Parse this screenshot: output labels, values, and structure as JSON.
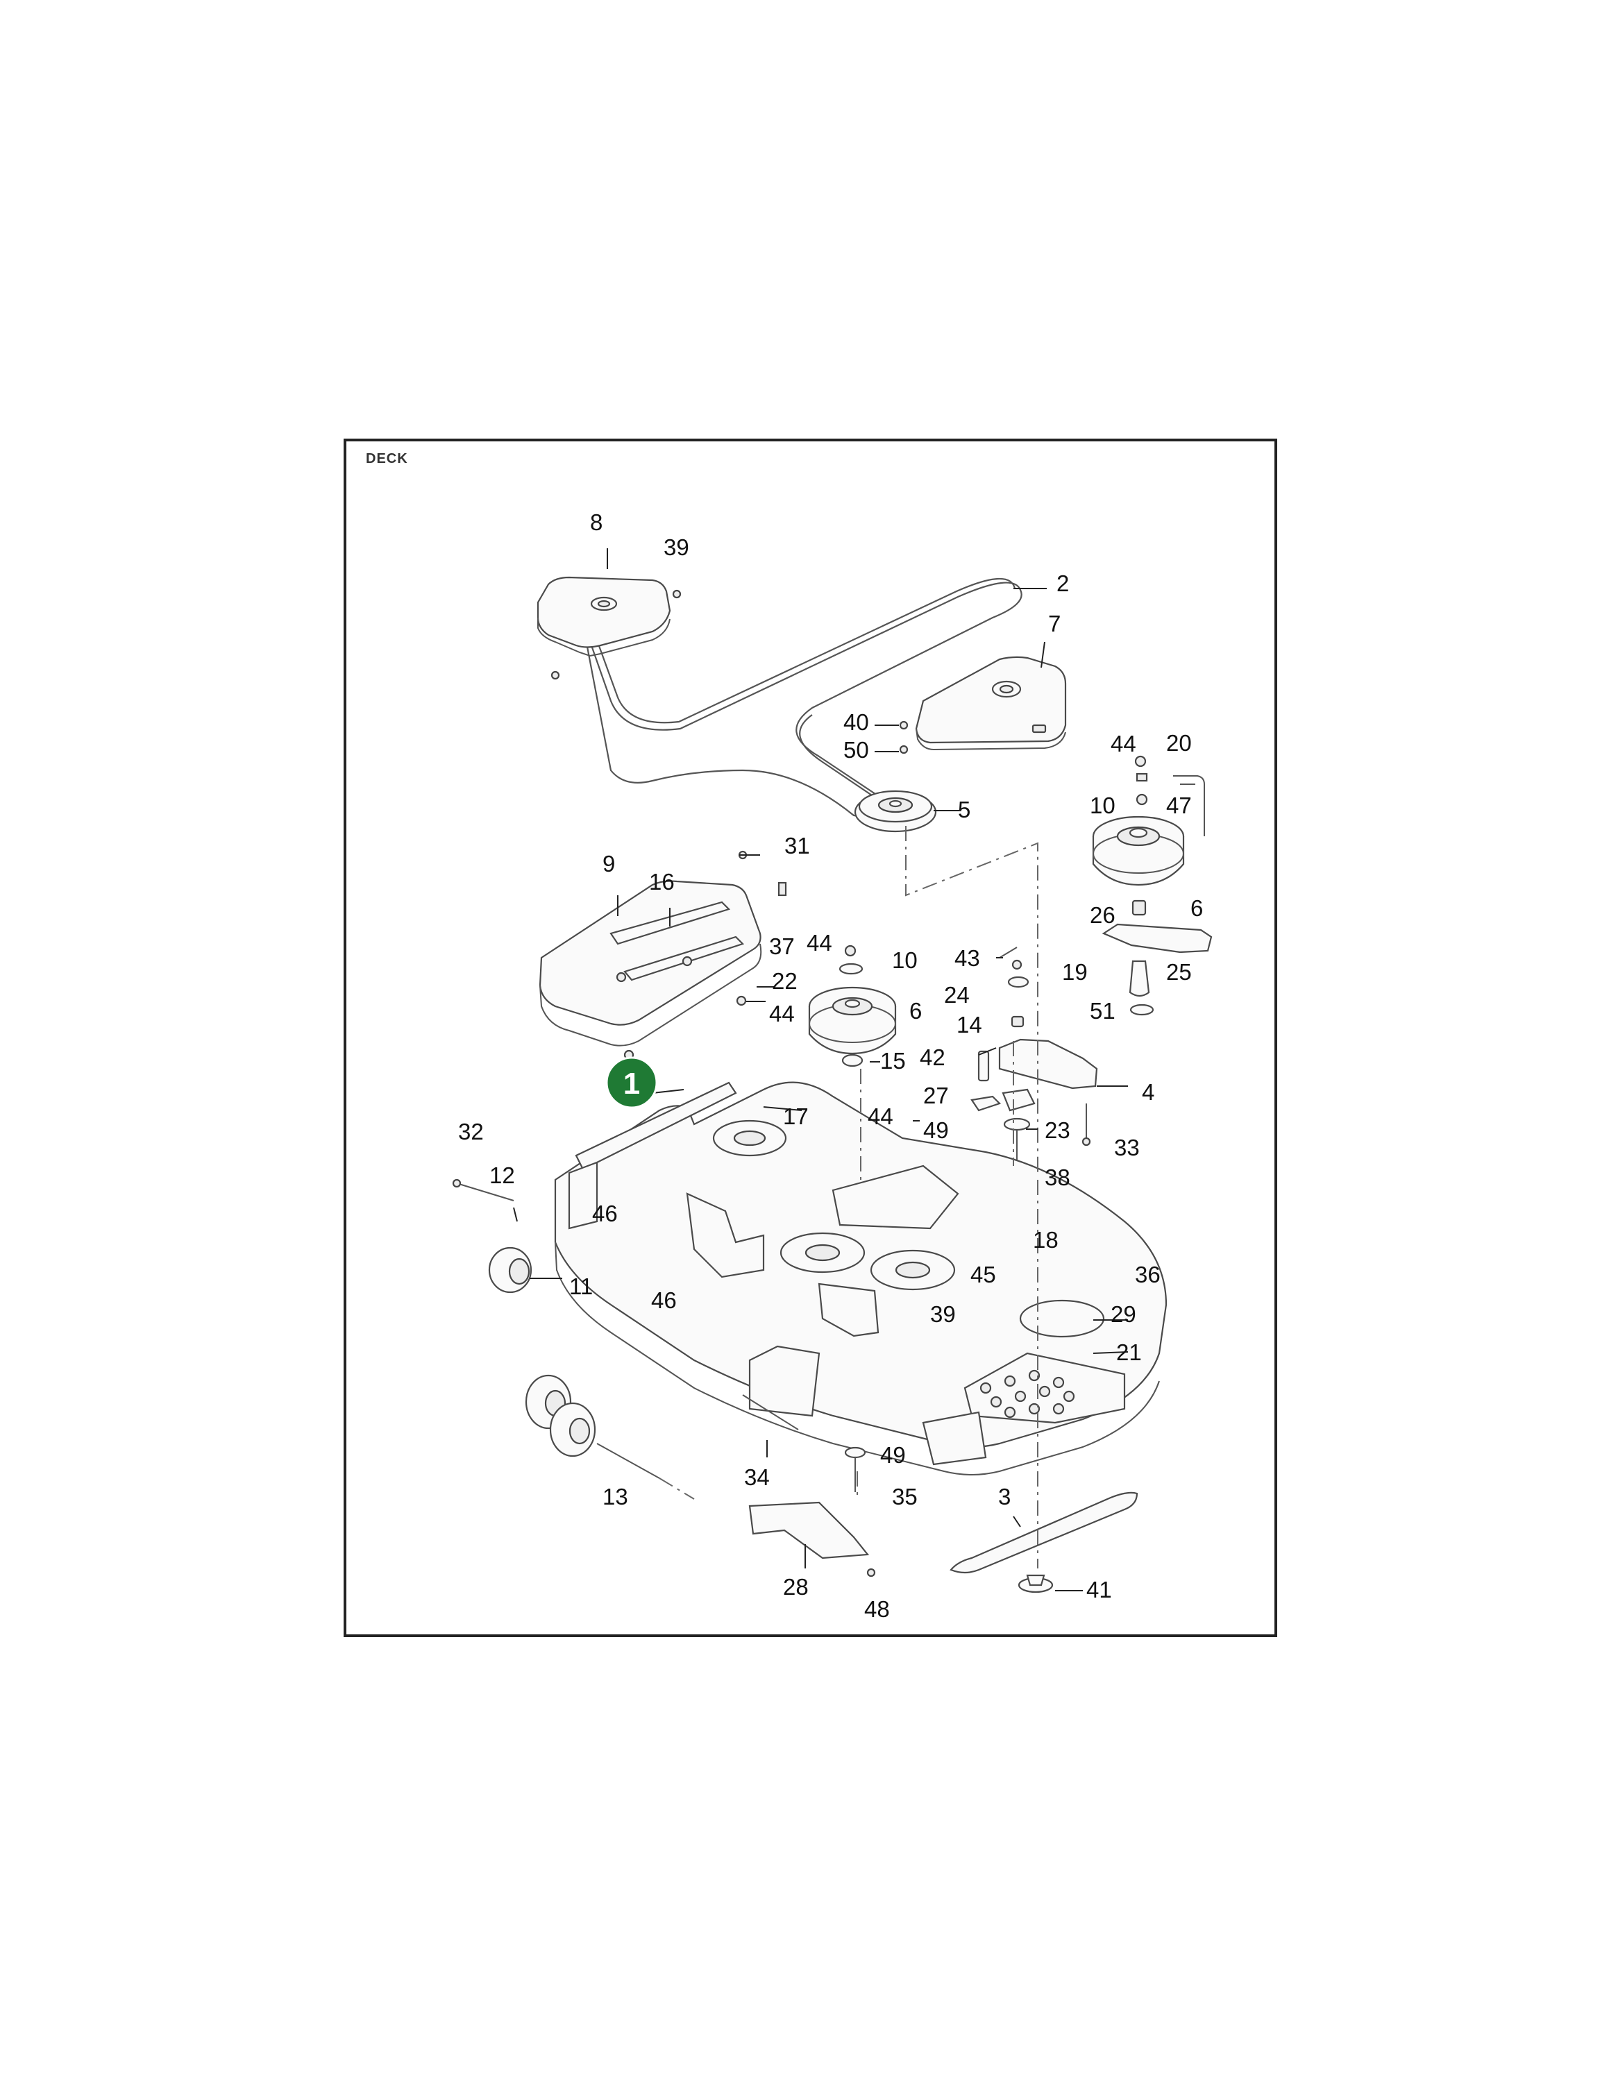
{
  "title": "DECK",
  "callout": {
    "number": "1",
    "color": "#1f7a34"
  },
  "labels": [
    "8",
    "39",
    "2",
    "7",
    "40",
    "50",
    "5",
    "44",
    "20",
    "10",
    "47",
    "6",
    "26",
    "19",
    "25",
    "51",
    "31",
    "9",
    "16",
    "37",
    "22",
    "44",
    "44",
    "10",
    "6",
    "43",
    "24",
    "14",
    "42",
    "15",
    "4",
    "27",
    "33",
    "17",
    "44",
    "49",
    "23",
    "38",
    "32",
    "12",
    "46",
    "11",
    "46",
    "18",
    "45",
    "36",
    "39",
    "29",
    "21",
    "13",
    "34",
    "49",
    "35",
    "3",
    "28",
    "48",
    "41"
  ]
}
